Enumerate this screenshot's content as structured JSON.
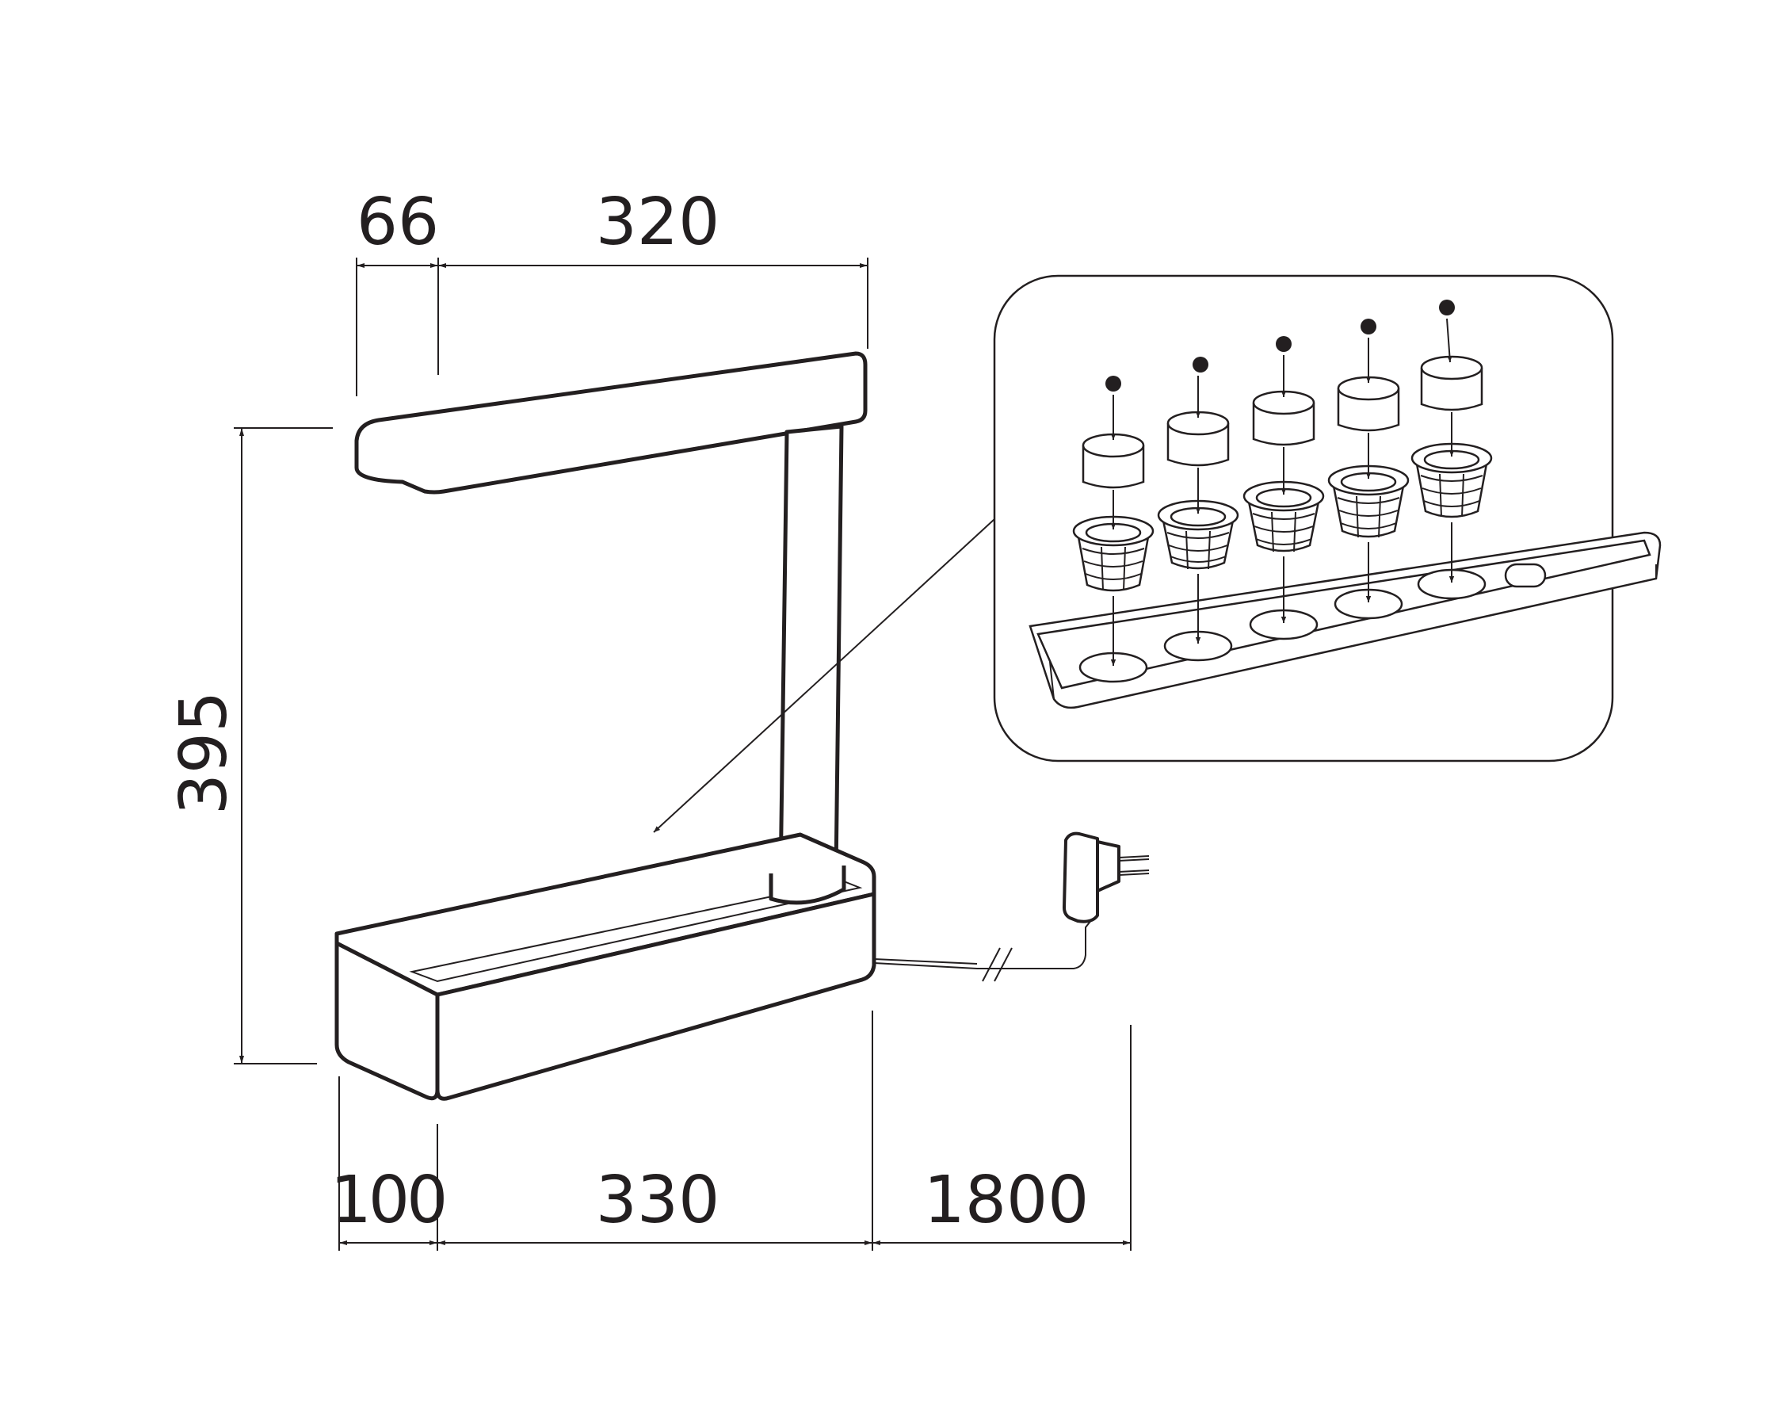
{
  "dimensions": {
    "lamp_offset": "66",
    "lamp_length": "320",
    "height": "395",
    "base_depth": "100",
    "base_length": "330",
    "cable_length": "1800"
  },
  "colors": {
    "line": "#231f20",
    "background": "#ffffff"
  }
}
